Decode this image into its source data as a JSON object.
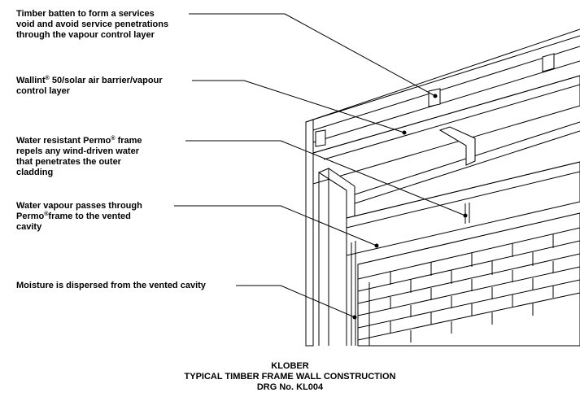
{
  "labels": {
    "batten": {
      "lines": [
        "Timber batten to form a services",
        "void and avoid service penetrations",
        "through the vapour control layer"
      ]
    },
    "wallint": {
      "pre": "Wallint",
      "sup": "®",
      "post": " 50/solar air barrier/vapour",
      "line2": "control layer"
    },
    "permo_resist": {
      "pre": "Water resistant Permo",
      "sup": "®",
      "post": " frame",
      "lines": [
        "repels any wind-driven water",
        "that penetrates the outer",
        "cladding"
      ]
    },
    "vapour": {
      "line1": "Water vapour passes through",
      "pre": "Permo",
      "sup": "®",
      "post": "frame to the vented",
      "line3": "cavity"
    },
    "moisture": {
      "text": "Moisture is dispersed from the vented cavity"
    }
  },
  "title_block": {
    "company": "KLOBER",
    "title": "TYPICAL TIMBER FRAME WALL CONSTRUCTION",
    "drawing_no": "DRG No.  KL004"
  }
}
